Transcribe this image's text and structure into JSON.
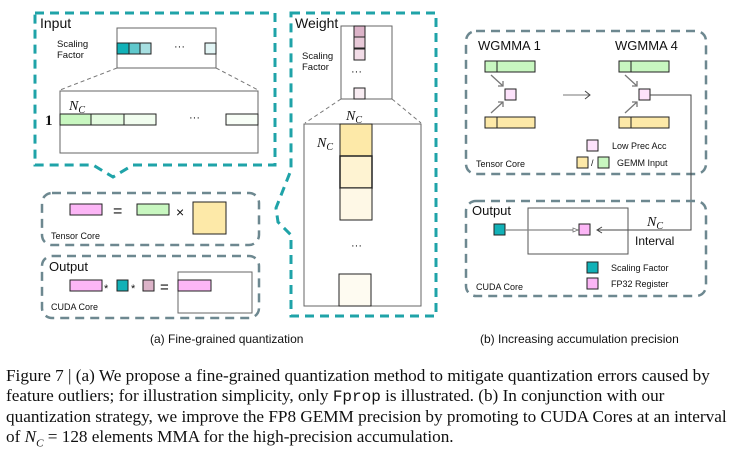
{
  "colors": {
    "teal_dash": "#1fa3a8",
    "gray_dash": "#6d8890",
    "green": "#c8f7c0",
    "yellow": "#fde9a8",
    "pink": "#fcb6f6",
    "teal": "#12b1b7",
    "mauve": "#dcb3c8"
  },
  "panel_a": {
    "input": {
      "title": "Input",
      "scaling_label_1": "Scaling",
      "scaling_label_2": "Factor",
      "ellipsis": "···",
      "row_label": "1",
      "nc": "N",
      "nc_sub": "C"
    },
    "weight": {
      "title": "Weight",
      "scaling_label_1": "Scaling",
      "scaling_label_2": "Factor",
      "ellipsis": "···",
      "nc": "N",
      "nc_sub": "C"
    },
    "tensor_core": {
      "label": "Tensor Core",
      "eq": "=",
      "times": "×"
    },
    "output": {
      "title": "Output",
      "label": "CUDA Core",
      "star": "*",
      "eq": "="
    },
    "caption": "(a) Fine-grained quantization"
  },
  "panel_b": {
    "wgmma1": "WGMMA 1",
    "wgmma4": "WGMMA 4",
    "tensor_core_label": "Tensor Core",
    "legend_low_prec": "Low Prec Acc",
    "legend_gemm_input": "GEMM Input",
    "legend_slash": "/",
    "output": {
      "title": "Output",
      "label": "CUDA Core",
      "nc": "N",
      "nc_sub": "C",
      "interval": "Interval",
      "legend_scaling": "Scaling Factor",
      "legend_fp32": "FP32 Register"
    },
    "caption": "(b) Increasing accumulation precision"
  },
  "figure_caption": {
    "prefix": "Figure 7 | (a) We propose a fine-grained quantization method to mitigate quantization errors caused by feature outliers; for illustration simplicity, only ",
    "code": "Fprop",
    "middle": " is illustrated.  (b) In conjunction with our quantization strategy, we improve the FP8 GEMM precision by promoting to CUDA Cores at an interval of ",
    "nc": "N",
    "nc_sub": "C",
    "suffix": " = 128 elements MMA for the high-precision accumulation."
  }
}
